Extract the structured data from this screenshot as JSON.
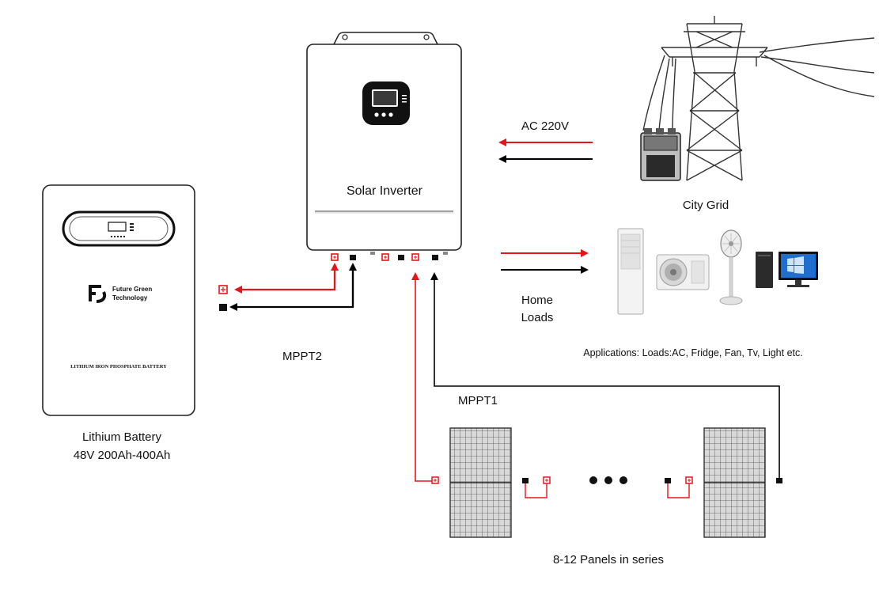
{
  "inverter": {
    "label": "Solar Inverter"
  },
  "battery": {
    "brand_line1": "Future Green",
    "brand_line2": "Technology",
    "type_text": "LITHIUM IRON PHOSPHATE BATTERY",
    "label_line1": "Lithium Battery",
    "label_line2": "48V 200Ah-400Ah"
  },
  "grid": {
    "voltage_label": "AC 220V",
    "label": "City Grid"
  },
  "loads": {
    "label_line1": "Home",
    "label_line2": "Loads",
    "applications": "Applications: Loads:AC, Fridge, Fan, Tv, Light etc."
  },
  "mppt": {
    "mppt2_label": "MPPT2",
    "mppt1_label": "MPPT1"
  },
  "panels": {
    "label": "8-12 Panels in series"
  },
  "colors": {
    "positive": "#e8141b",
    "negative": "#000000",
    "outline": "#222222"
  }
}
